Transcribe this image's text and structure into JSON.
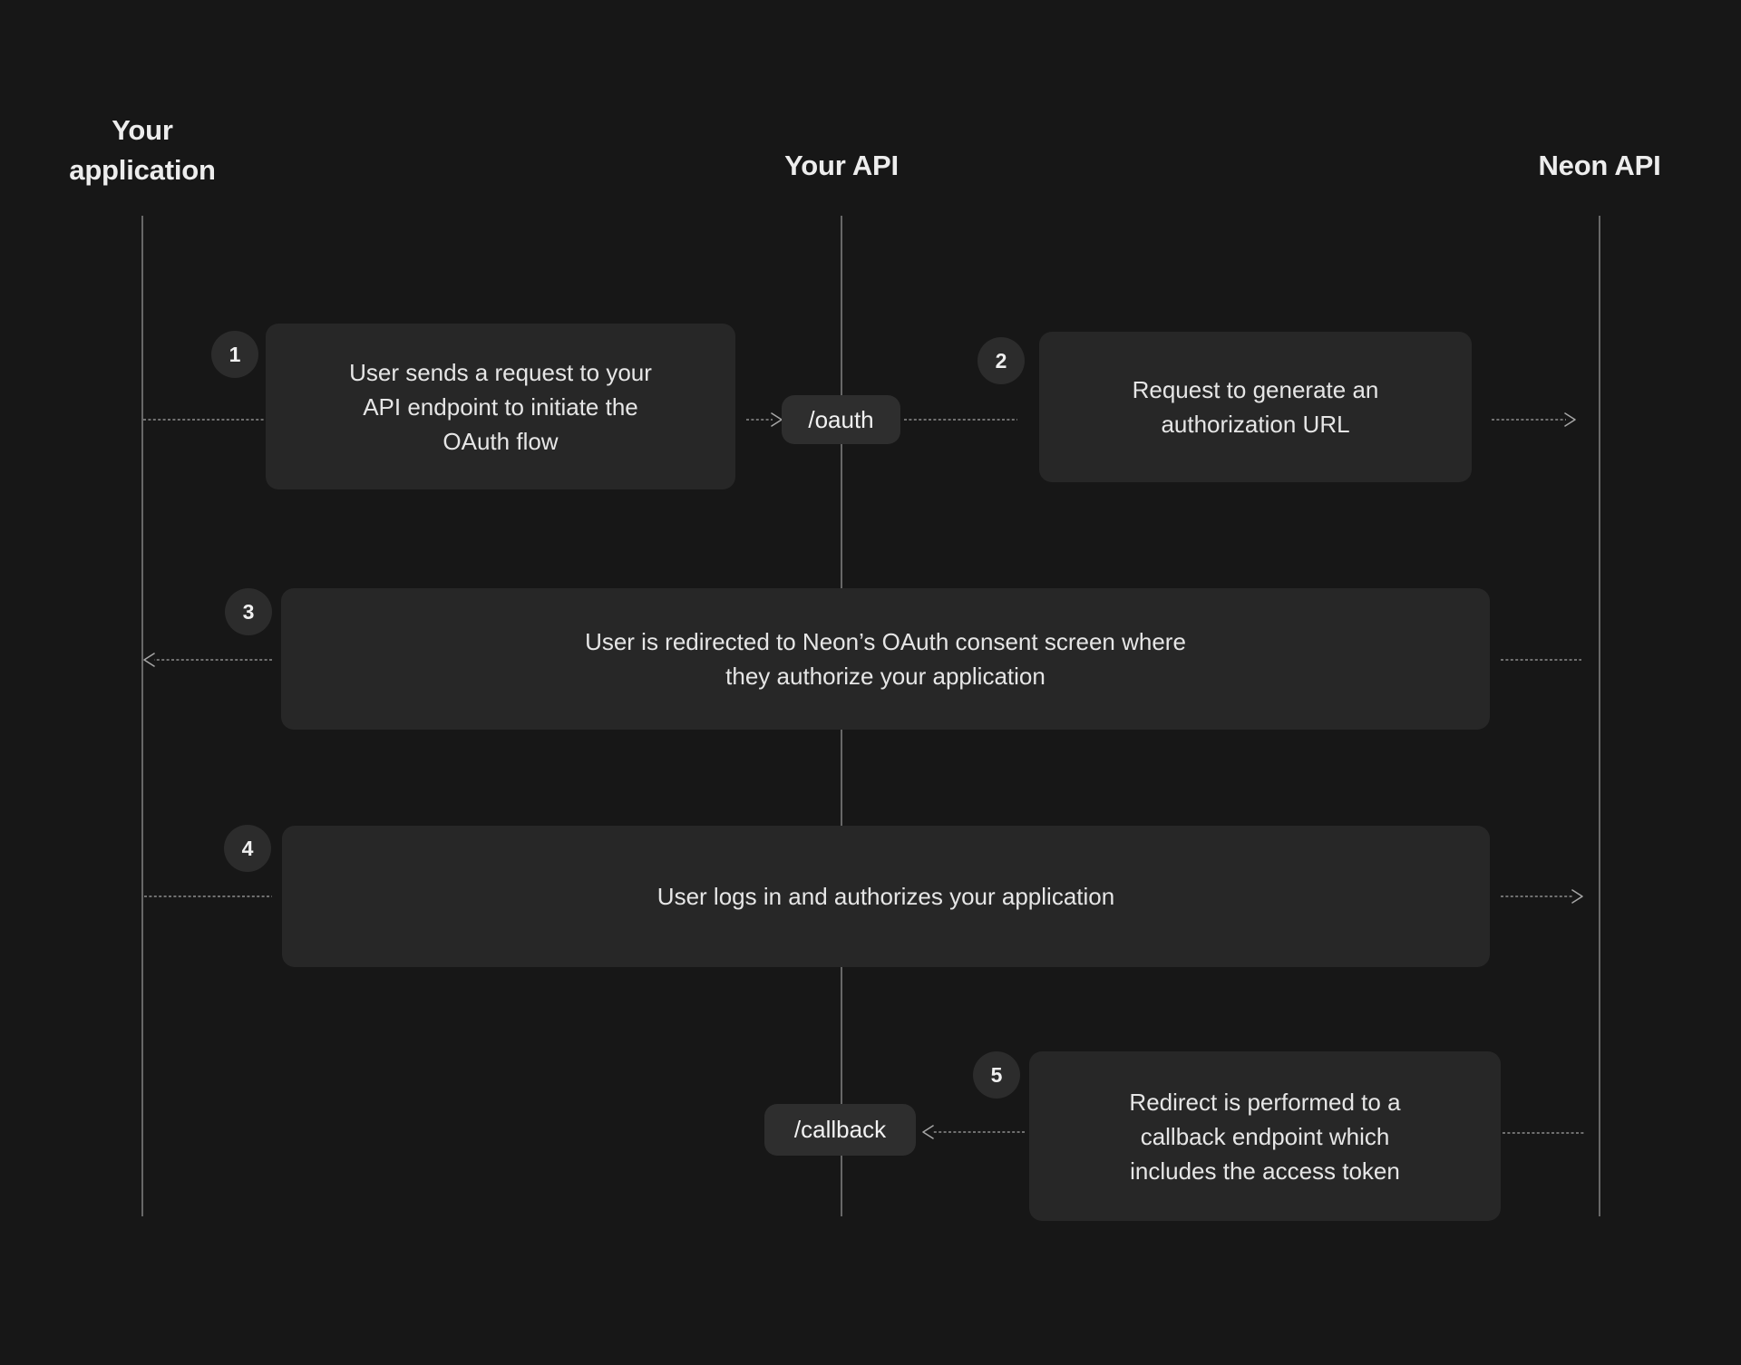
{
  "diagram": {
    "kind": "oauth-flow-sequence-diagram",
    "lanes": [
      {
        "label": "Your application"
      },
      {
        "label": "Your API"
      },
      {
        "label": "Neon API"
      }
    ],
    "endpoints": {
      "oauth": {
        "label": "/oauth"
      },
      "callback": {
        "label": "/callback"
      }
    },
    "steps": [
      {
        "number": "1",
        "from": "Your application",
        "to": "Your API",
        "lines": [
          "User sends a request to your",
          "API endpoint to initiate the",
          "OAuth flow"
        ]
      },
      {
        "number": "2",
        "from": "Your API",
        "to": "Neon API",
        "lines": [
          "Request to generate an",
          "authorization URL"
        ]
      },
      {
        "number": "3",
        "from": "Neon API",
        "to": "Your application",
        "lines": [
          "User is redirected to Neon’s OAuth consent screen where",
          "they authorize your application"
        ]
      },
      {
        "number": "4",
        "from": "Your application",
        "to": "Neon API",
        "lines": [
          "User logs in and authorizes your application"
        ]
      },
      {
        "number": "5",
        "from": "Neon API",
        "to": "Your API",
        "lines": [
          "Redirect is performed to a",
          "callback endpoint which",
          "includes the access token"
        ]
      }
    ],
    "colors": {
      "background": "#171717",
      "box": "#272727",
      "endpoint_pill": "#2e2e2e",
      "badge": "#2c2c2c",
      "text": "#e6e6e6",
      "connector": "#a6a6a6",
      "lifeline": "#8a8a8a"
    }
  }
}
